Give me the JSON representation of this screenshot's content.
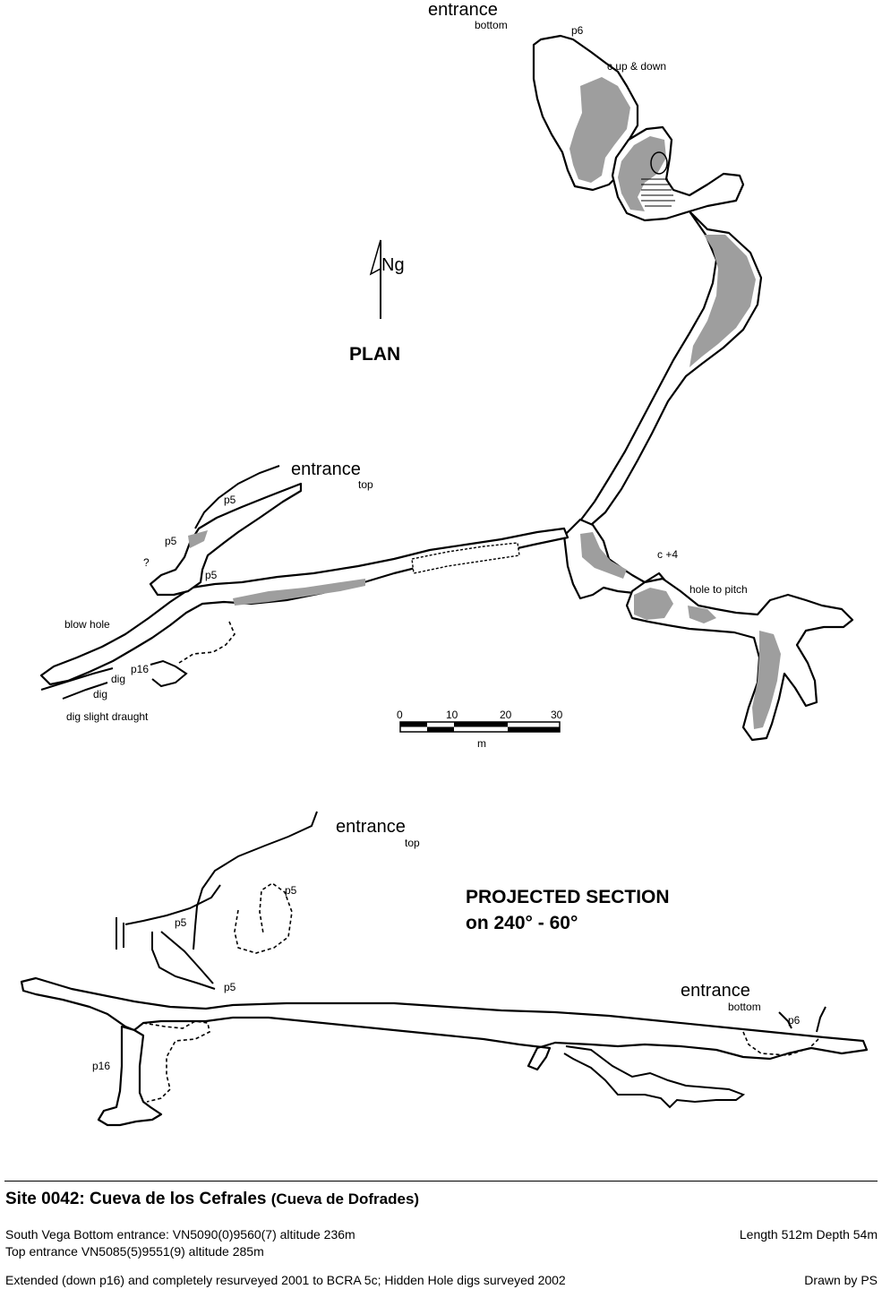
{
  "plan": {
    "heading": "PLAN",
    "north_label": "Ng",
    "entrance_bottom_label": "entrance",
    "entrance_bottom_sub": "bottom",
    "entrance_top_label": "entrance",
    "entrance_top_sub": "top",
    "labels": {
      "p6": "p6",
      "c_up_down": "c up & down",
      "p5_a": "p5",
      "p5_b": "p5",
      "p5_c": "p5",
      "question": "?",
      "blow_hole": "blow hole",
      "p16": "p16",
      "dig_1": "dig",
      "dig_2": "dig",
      "dig_draught": "dig slight draught",
      "c_plus4": "c +4",
      "hole_to_pitch": "hole to pitch"
    },
    "scale_bar": {
      "ticks": [
        "0",
        "10",
        "20",
        "30"
      ],
      "unit": "m"
    }
  },
  "section": {
    "heading_line1": "PROJECTED SECTION",
    "heading_line2": "on 240° - 60°",
    "entrance_top_label": "entrance",
    "entrance_top_sub": "top",
    "entrance_bottom_label": "entrance",
    "entrance_bottom_sub": "bottom",
    "labels": {
      "p5_a": "p5",
      "p5_b": "p5",
      "p5_c": "p5",
      "p6": "p6",
      "p16": "p16"
    }
  },
  "footer": {
    "title": "Site 0042: Cueva de los Cefrales",
    "alt_name": "(Cueva de Dofrades)",
    "line1": "South Vega  Bottom entrance: VN5090(0)9560(7)  altitude 236m",
    "line2": "Top entrance VN5085(5)9551(9) altitude 285m",
    "stats": "Length 512m  Depth 54m",
    "line3": "Extended (down p16) and completely resurveyed 2001  to BCRA 5c; Hidden Hole digs surveyed 2002",
    "drawn_by": "Drawn by PS"
  }
}
